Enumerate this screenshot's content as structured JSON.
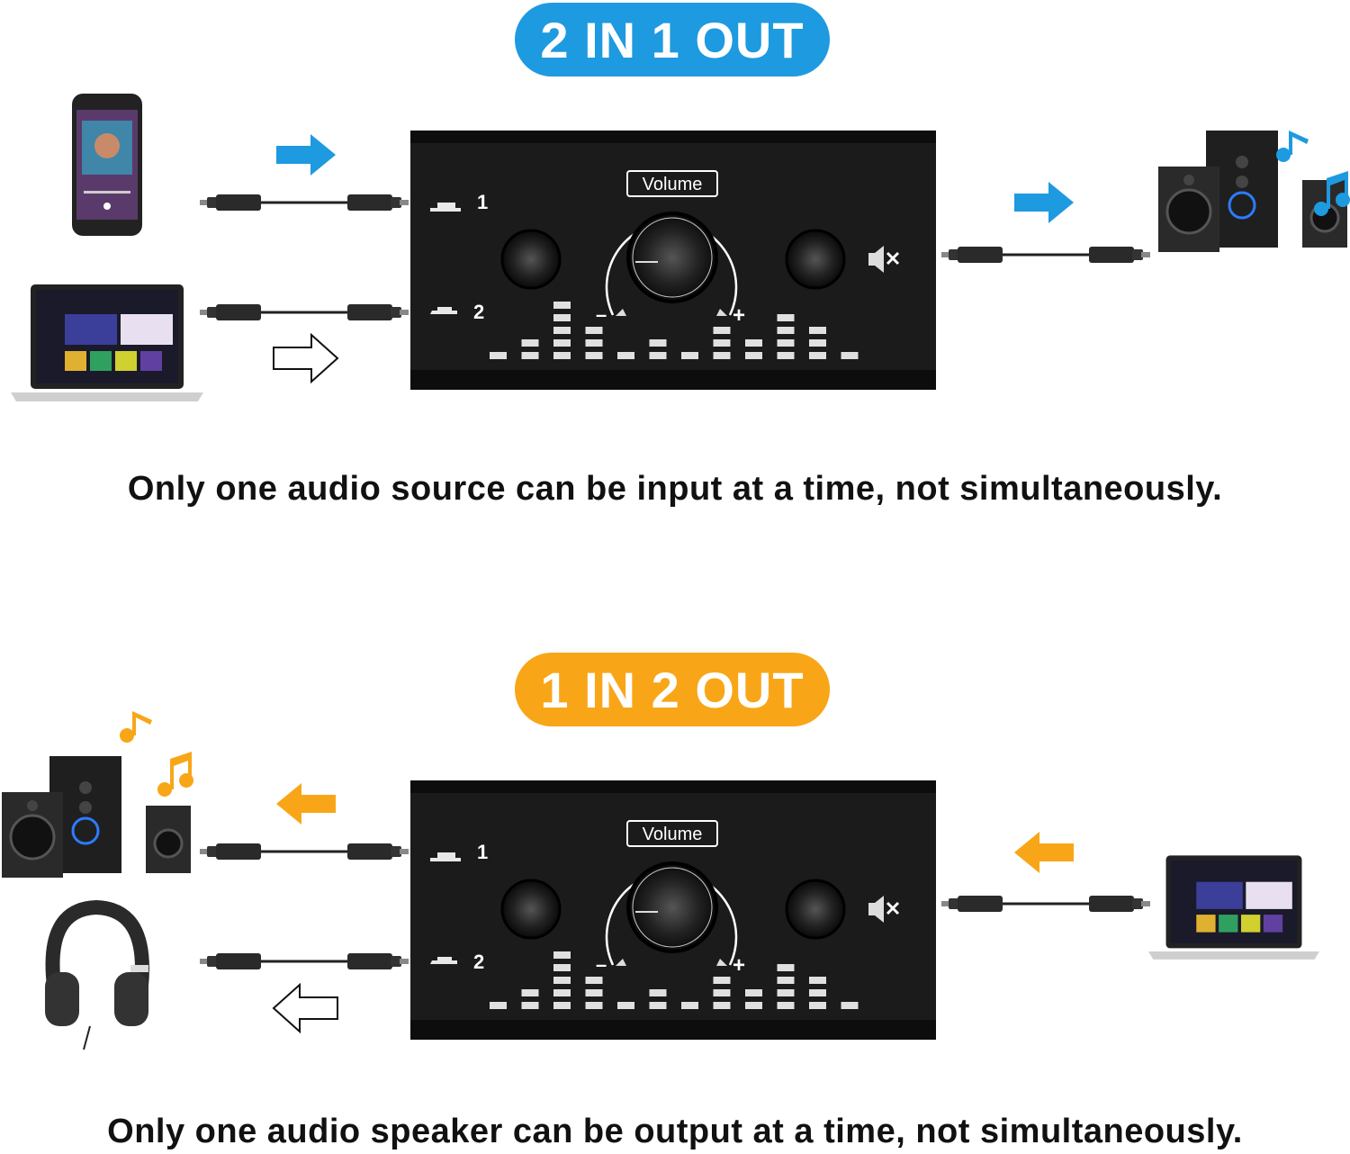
{
  "colors": {
    "blue": "#1E9AE0",
    "orange": "#F8A618",
    "device": "#1b1b1b"
  },
  "section1": {
    "title": "2 IN 1 OUT",
    "caption": "Only one audio source can be input at a time, not simultaneously.",
    "inputs": [
      "phone",
      "laptop"
    ],
    "outputs": [
      "speakers"
    ]
  },
  "section2": {
    "title": "1 IN 2 OUT",
    "caption": "Only one audio speaker can be output at a time, not simultaneously.",
    "inputs": [
      "laptop"
    ],
    "outputs": [
      "speakers",
      "headphones"
    ]
  },
  "device": {
    "volume_label": "Volume",
    "port1": "1",
    "port2": "2",
    "minus": "–",
    "plus": "+",
    "mute_icon": "speaker-mute-icon",
    "eq_levels": [
      1,
      2,
      5,
      3,
      1,
      2,
      1,
      3,
      2,
      4,
      3,
      1
    ]
  }
}
